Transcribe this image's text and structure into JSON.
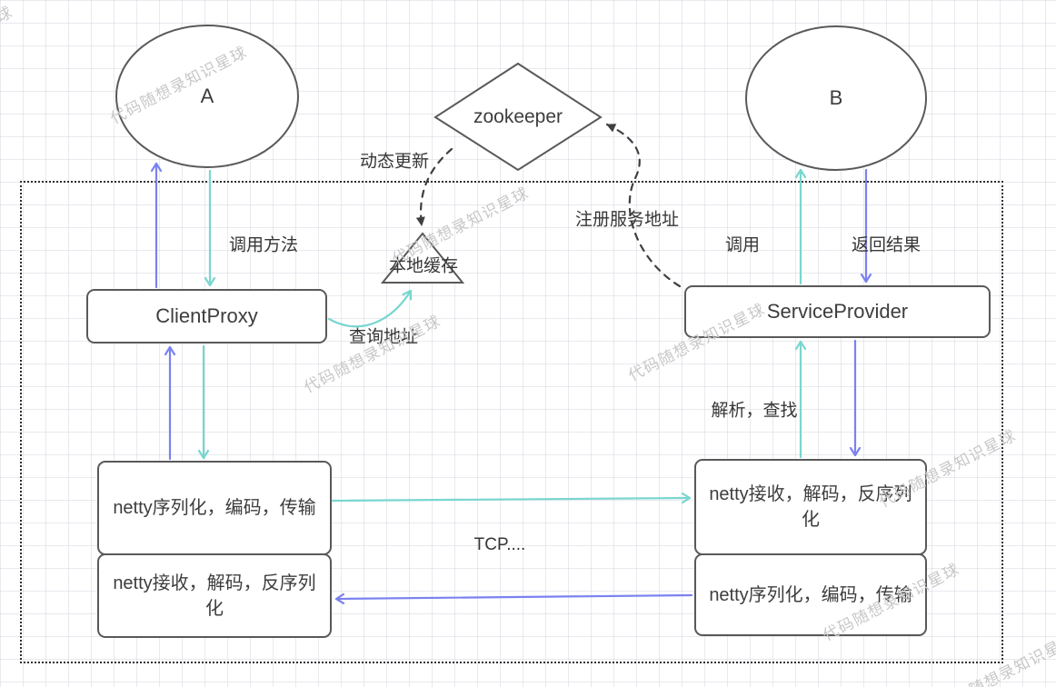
{
  "watermark": {
    "text": "代码随想录知识星球"
  },
  "nodes": {
    "a": "A",
    "b": "B",
    "zookeeper": "zookeeper",
    "local_cache": "本地缓存",
    "client_proxy": "ClientProxy",
    "service_provider": "ServiceProvider",
    "client_netty_send": "netty序列化，编码，传输",
    "client_netty_recv": "netty接收，解码，反序列化",
    "server_netty_recv": "netty接收，解码，反序列化",
    "server_netty_send": "netty序列化，编码，传输"
  },
  "edge_labels": {
    "call_method": "调用方法",
    "dynamic_update": "动态更新",
    "register_service": "注册服务地址",
    "invoke": "调用",
    "return_result": "返回结果",
    "query_address": "查询地址",
    "parse_lookup": "解析，查找",
    "tcp": "TCP...."
  },
  "colors": {
    "blue": "#7b82f0",
    "teal": "#79d6cf",
    "dark": "#3f3f3f",
    "border": "#595959"
  }
}
